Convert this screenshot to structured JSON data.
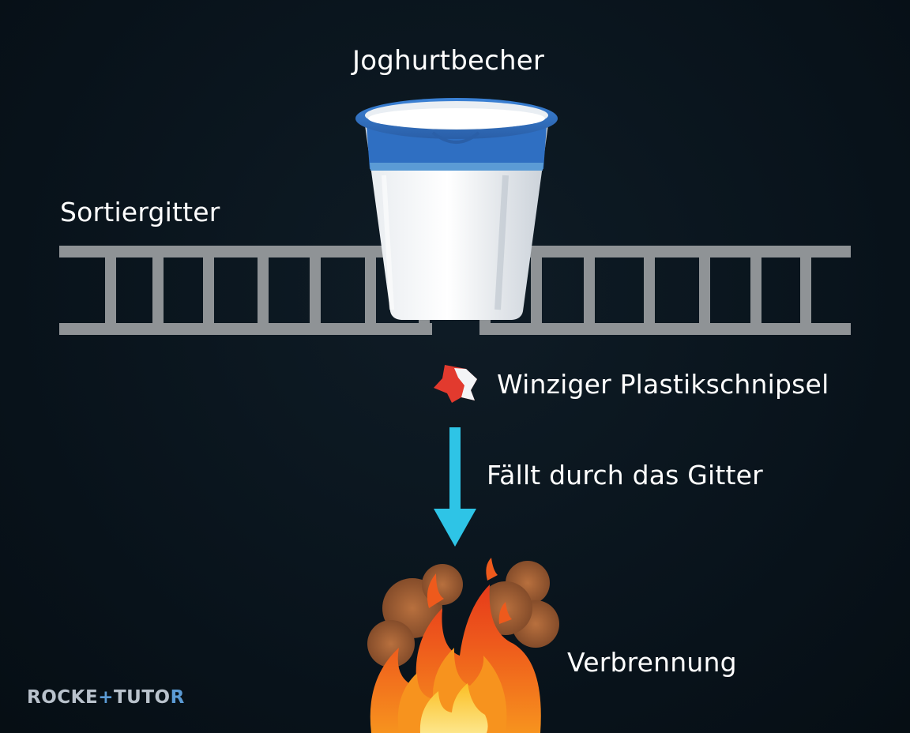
{
  "labels": {
    "cup": "Joghurtbecher",
    "grid": "Sortiergitter",
    "fragment": "Winziger Plastikschnipsel",
    "fall": "Fällt durch das Gitter",
    "burn": "Verbrennung"
  },
  "brand": {
    "part1": "ROCKE",
    "part2": "+",
    "part3": "TUTO",
    "part4": "R"
  },
  "colors": {
    "background": "#0a141c",
    "grid": "#8f9396",
    "cup_rim": "#2f6fc2",
    "cup_body": "#f4f6f8",
    "arrow": "#2ec4e6",
    "fragment": "#e23a2e",
    "flame_outer": "#f06a1a",
    "flame_inner": "#fcd34d",
    "smoke": "#a8643a"
  },
  "icons": {
    "cup": "yogurt-cup-icon",
    "fragment": "plastic-fragment-icon",
    "arrow": "down-arrow-icon",
    "fire": "fire-icon",
    "grid": "sorting-grid-icon"
  }
}
